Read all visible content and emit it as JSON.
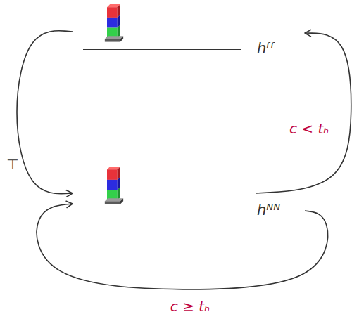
{
  "diagram": {
    "nodes": [
      {
        "text": [
          "hᶠᶠ"
        ]
      },
      {
        "text": [
          "hᴺᴺ"
        ]
      }
    ],
    "edges": [
      {
        "from": 0,
        "to": 1,
        "arrow": "to",
        "label": "⊤"
      },
      {
        "from": 1,
        "to": 0,
        "arrow": "to",
        "label": "c < tₕ"
      },
      {
        "from": 1,
        "to": 1,
        "arrow": "to",
        "label": "c ≥ tₕ"
      }
    ]
  }
}
